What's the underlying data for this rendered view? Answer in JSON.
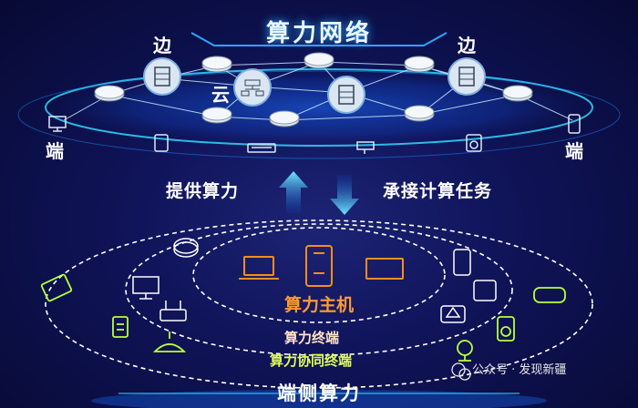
{
  "title": "算力网络",
  "edge_label_left": "边",
  "edge_label_right": "边",
  "cloud_label": "云",
  "terminal_label_left": "端",
  "terminal_label_right": "端",
  "provide_compute": "提供算力",
  "undertake_tasks": "承接计算任务",
  "compute_host": "算力主机",
  "compute_terminal": "算力终端",
  "compute_collab_terminal": "算力协同终端",
  "edge_side_compute": "端侧算力",
  "watermark": "公众号 · 发现新疆",
  "colors": {
    "cyan": "#2fd8ff",
    "orange": "#ff8c1a",
    "lime": "#b8ff3a",
    "white_dash": "#ffffff"
  }
}
